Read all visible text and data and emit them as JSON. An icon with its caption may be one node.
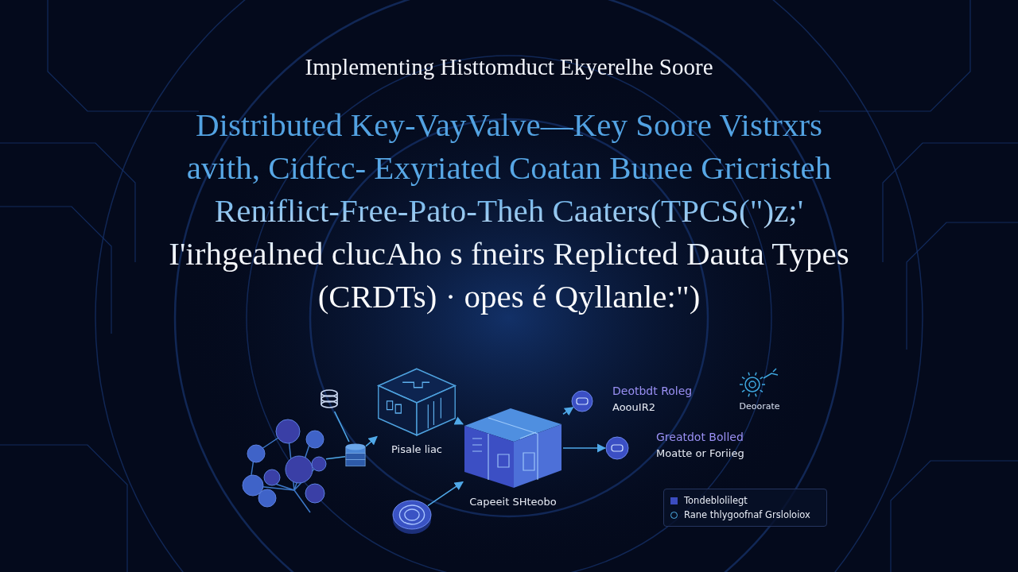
{
  "diagram": {
    "title": "Distributed Key-VayValve—Key Soore Vistrxrs avith, Cidfcc- Exyriated Coatan Bunee Gricristeh Reniflict-Free-Pato-Theh Caaters(TPCS(\")z;' I'irhgealned clucAho s fneirs Replicted Dauta Types (CRDTs) · opes é Qyllanle:\")",
    "nodes": [
      {
        "text": [],
        "shape": "picture"
      },
      {
        "text": [],
        "shape": "picture"
      },
      {
        "text": [],
        "shape": "cylinder"
      },
      {
        "text": [
          "Pisale liac"
        ]
      },
      {
        "text": [],
        "shape": "circle"
      },
      {
        "text": [
          "Capeeit SHteobo"
        ]
      },
      {
        "text": [],
        "shape": "circle",
        "beside": [
          "Deotbdt Roleg",
          "AoouIR2"
        ]
      },
      {
        "text": [],
        "shape": "circle",
        "beside": [
          "Greatdot Bolled",
          "Moatte or Foriieg"
        ]
      }
    ],
    "edges": [
      {
        "from": 0,
        "to": 2,
        "arrow": "none"
      },
      {
        "from": 1,
        "to": 2,
        "arrow": "none"
      },
      {
        "from": 2,
        "to": 3,
        "arrow": "to"
      },
      {
        "from": 3,
        "to": 5,
        "arrow": "to"
      },
      {
        "from": 4,
        "to": 5,
        "arrow": "to"
      },
      {
        "from": 5,
        "to": 6,
        "arrow": "to"
      },
      {
        "from": 5,
        "to": 7,
        "arrow": "to"
      }
    ],
    "labels": [
      "Implementing Histtomduct Ekyerelhe Soore",
      "Deoorate"
    ],
    "legend": [
      {
        "text": "Tondeblolilegt",
        "color": "#3b4cc0"
      },
      {
        "text": "Rane thlygoofnaf Grsloloiox"
      }
    ]
  }
}
